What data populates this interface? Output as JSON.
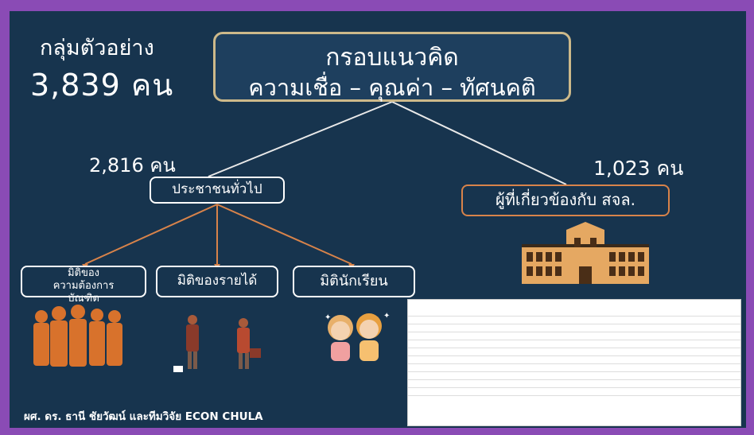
{
  "sample": {
    "label": "กลุ่มตัวอย่าง",
    "count": "3,839 คน"
  },
  "framework": {
    "title": "กรอบแนวคิด",
    "subtitle": "ความเชื่อ – คุณค่า – ทัศนคติ"
  },
  "branches": {
    "general": {
      "count": "2,816 คน",
      "label": "ประชาชนทั่วไป"
    },
    "related": {
      "count": "1,023 คน",
      "label": "ผู้ที่เกี่ยวข้องกับ สจล."
    }
  },
  "dimensions": [
    {
      "line1": "มิติของ",
      "line2": "ความต้องการ",
      "line3": "บัณฑิต"
    },
    {
      "label": "มิติของรายได้"
    },
    {
      "label": "มิตินักเรียน"
    }
  ],
  "credit": "ผศ. ดร. ธานี  ชัยวัฒน์ และทีมวิจัย  ECON CHULA",
  "colors": {
    "background": "#17344e",
    "frame": "#8a4bb5",
    "accent": "#d8834a",
    "framework_border": "#cdb98a"
  }
}
